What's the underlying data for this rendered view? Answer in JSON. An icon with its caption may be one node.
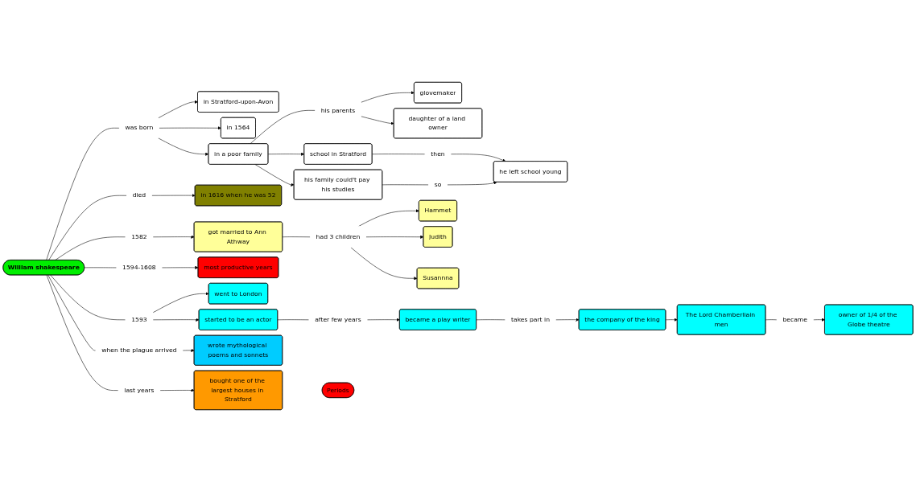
{
  "diagram": {
    "nodes": [
      {
        "text": [
          "William shakespeare"
        ]
      },
      {
        "text": [
          "was born"
        ]
      },
      {
        "text": [
          "in Stratford-upon-Avon"
        ]
      },
      {
        "text": [
          "in 1564"
        ]
      },
      {
        "text": [
          "in a poor family"
        ]
      },
      {
        "text": [
          "his parents"
        ]
      },
      {
        "text": [
          "glovemaker"
        ]
      },
      {
        "text": [
          "daughter of a land owner"
        ]
      },
      {
        "text": [
          "school in Stratford"
        ]
      },
      {
        "text": [
          "his family could't pay his studies"
        ]
      },
      {
        "text": [
          "then"
        ]
      },
      {
        "text": [
          "so"
        ]
      },
      {
        "text": [
          "he left school young"
        ]
      },
      {
        "text": [
          "died"
        ]
      },
      {
        "text": [
          "in 1616 when he was 52"
        ]
      },
      {
        "text": [
          "1582"
        ]
      },
      {
        "text": [
          "got married to Ann Athway"
        ]
      },
      {
        "text": [
          "had 3 children"
        ]
      },
      {
        "text": [
          "Hammet"
        ]
      },
      {
        "text": [
          "Judith"
        ]
      },
      {
        "text": [
          "Susannna"
        ]
      },
      {
        "text": [
          "1594-1608"
        ]
      },
      {
        "text": [
          "most productive years"
        ]
      },
      {
        "text": [
          "1593"
        ]
      },
      {
        "text": [
          "went to London"
        ]
      },
      {
        "text": [
          "started to be an actor"
        ]
      },
      {
        "text": [
          "after few years"
        ]
      },
      {
        "text": [
          "became a play writer"
        ]
      },
      {
        "text": [
          "takes part in"
        ]
      },
      {
        "text": [
          "the company of the king"
        ]
      },
      {
        "text": [
          "The Lord Chamberliain men"
        ]
      },
      {
        "text": [
          "became"
        ]
      },
      {
        "text": [
          "owner of 1/4 of the Globe theatre"
        ]
      },
      {
        "text": [
          "when the plague arrived"
        ]
      },
      {
        "text": [
          "wrote mythological poems and sonnets"
        ]
      },
      {
        "text": [
          "last years"
        ]
      },
      {
        "text": [
          "bought one of the largest houses in Stratford"
        ]
      },
      {
        "text": [
          "Periods"
        ]
      }
    ],
    "edges": [
      {
        "from": 0,
        "to": 1,
        "arrow": "none"
      },
      {
        "from": 1,
        "to": 2,
        "arrow": "to"
      },
      {
        "from": 1,
        "to": 3,
        "arrow": "to"
      },
      {
        "from": 1,
        "to": 4,
        "arrow": "to"
      },
      {
        "from": 4,
        "to": 5,
        "arrow": "none"
      },
      {
        "from": 5,
        "to": 6,
        "arrow": "to"
      },
      {
        "from": 5,
        "to": 7,
        "arrow": "to"
      },
      {
        "from": 4,
        "to": 8,
        "arrow": "to"
      },
      {
        "from": 4,
        "to": 9,
        "arrow": "to"
      },
      {
        "from": 8,
        "to": 10,
        "arrow": "none"
      },
      {
        "from": 10,
        "to": 12,
        "arrow": "to"
      },
      {
        "from": 9,
        "to": 11,
        "arrow": "none"
      },
      {
        "from": 11,
        "to": 12,
        "arrow": "to"
      },
      {
        "from": 0,
        "to": 13,
        "arrow": "none"
      },
      {
        "from": 13,
        "to": 14,
        "arrow": "to"
      },
      {
        "from": 0,
        "to": 15,
        "arrow": "none"
      },
      {
        "from": 15,
        "to": 16,
        "arrow": "to"
      },
      {
        "from": 16,
        "to": 17,
        "arrow": "none"
      },
      {
        "from": 17,
        "to": 18,
        "arrow": "to"
      },
      {
        "from": 17,
        "to": 19,
        "arrow": "to"
      },
      {
        "from": 17,
        "to": 20,
        "arrow": "to"
      },
      {
        "from": 0,
        "to": 21,
        "arrow": "none"
      },
      {
        "from": 21,
        "to": 22,
        "arrow": "to"
      },
      {
        "from": 0,
        "to": 23,
        "arrow": "none"
      },
      {
        "from": 23,
        "to": 24,
        "arrow": "to"
      },
      {
        "from": 23,
        "to": 25,
        "arrow": "to"
      },
      {
        "from": 25,
        "to": 26,
        "arrow": "none"
      },
      {
        "from": 26,
        "to": 27,
        "arrow": "to"
      },
      {
        "from": 27,
        "to": 28,
        "arrow": "none"
      },
      {
        "from": 28,
        "to": 29,
        "arrow": "to"
      },
      {
        "from": 29,
        "to": 30,
        "arrow": "to"
      },
      {
        "from": 30,
        "to": 31,
        "arrow": "none"
      },
      {
        "from": 31,
        "to": 32,
        "arrow": "to"
      },
      {
        "from": 0,
        "to": 33,
        "arrow": "none"
      },
      {
        "from": 33,
        "to": 34,
        "arrow": "to"
      },
      {
        "from": 0,
        "to": 35,
        "arrow": "none"
      },
      {
        "from": 35,
        "to": 36,
        "arrow": "to"
      }
    ]
  }
}
